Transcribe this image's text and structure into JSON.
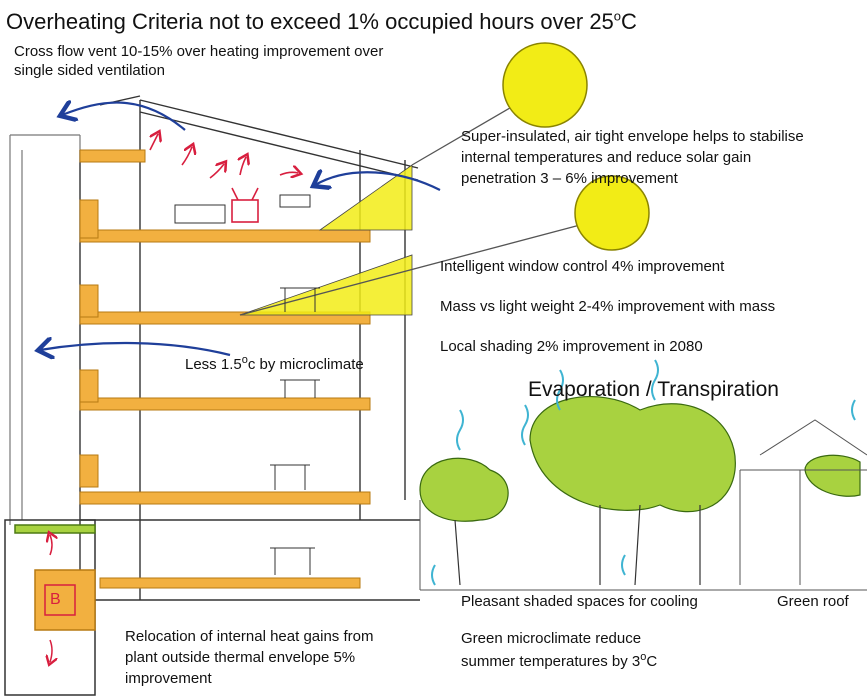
{
  "title": {
    "text": "Overheating Criteria not to exceed 1% occupied hours over  25",
    "sup": "o",
    "unit": "C"
  },
  "labels": {
    "cross_flow": [
      "Cross flow vent 10-15% over heating improvement over",
      "single sided ventilation"
    ],
    "super_insulated": [
      "Super-insulated, air tight envelope helps to stabilise",
      "internal temperatures and reduce solar gain",
      "penetration 3 – 6% improvement"
    ],
    "window_control": "Intelligent window control 4% improvement",
    "mass": "Mass vs light weight 2-4% improvement with mass",
    "local_shading": "Local shading 2% improvement in 2080",
    "microclimate": {
      "text": "Less 1.5",
      "sup": "o",
      "unit": "c by microclimate"
    },
    "evaporation": "Evaporation / Transpiration",
    "shaded_spaces": "Pleasant shaded spaces for cooling",
    "green_roof": "Green roof",
    "relocation": [
      "Relocation of internal heat gains from",
      "plant outside thermal envelope 5%",
      "improvement"
    ],
    "green_microclimate": {
      "line1": "Green microclimate reduce",
      "line2": "summer temperatures by 3",
      "sup": "o",
      "unit": "C"
    },
    "boiler_mark": "B"
  },
  "colors": {
    "sun": "#f2ec16",
    "sun_outline": "#8a8400",
    "slab": "#f2b040",
    "tree": "#a8d240",
    "air_arrow": "#1f3f9a",
    "heat_arrow": "#d81f3f",
    "vapour": "#3fb4d2"
  }
}
